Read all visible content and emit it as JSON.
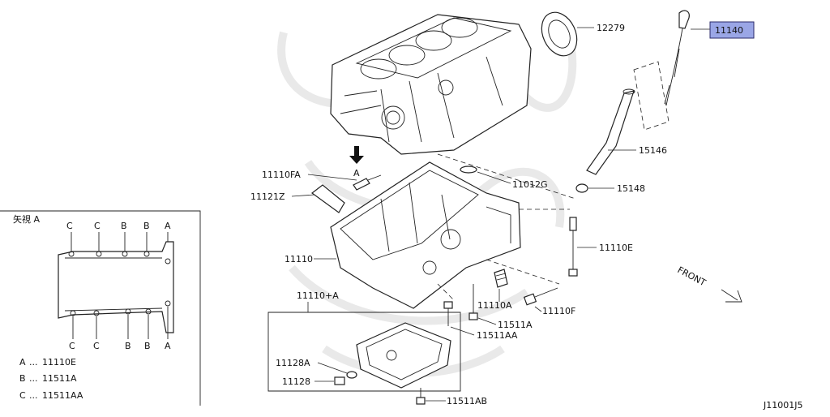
{
  "labels": {
    "p12279": "12279",
    "p11140": "11140",
    "p15146": "15146",
    "p15148": "15148",
    "p11012G": "11012G",
    "p11110FA": "11110FA",
    "p11121Z": "11121Z",
    "p11110": "11110",
    "p11110E": "11110E",
    "p11110A": "11110A",
    "p11110F": "11110F",
    "p11511A": "11511A",
    "p11511AA": "11511AA",
    "p11110pA": "11110+A",
    "p11128A": "11128A",
    "p11128": "11128",
    "p11511AB": "11511AB",
    "view_marker": "A",
    "front": "FRONT",
    "code": "J11001J5"
  },
  "inset": {
    "title": "矢視 A",
    "top_letters": [
      "C",
      "C",
      "B",
      "B",
      "A"
    ],
    "bottom_letters": [
      "C",
      "C",
      "B",
      "B",
      "A"
    ],
    "legend": [
      {
        "key": "A",
        "sep": "...",
        "part": "11110E"
      },
      {
        "key": "B",
        "sep": "...",
        "part": "11511A"
      },
      {
        "key": "C",
        "sep": "...",
        "part": "11511AA"
      }
    ]
  },
  "colors": {
    "highlight": "#9aa6e6",
    "line": "#222222",
    "watermark": "#e9e9e9"
  }
}
